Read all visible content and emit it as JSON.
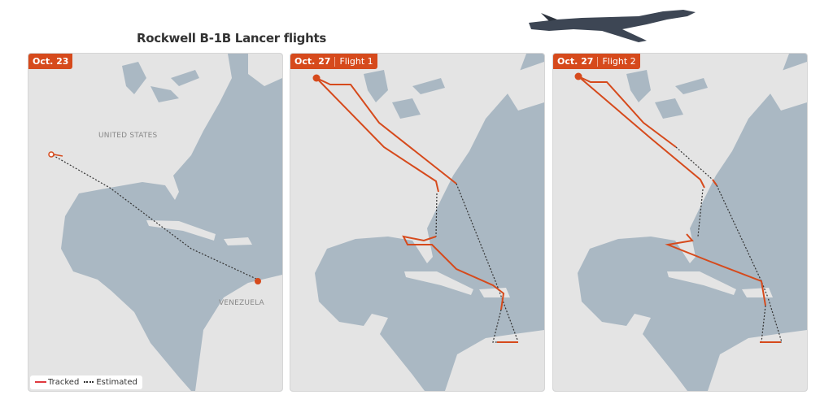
{
  "title": "Rockwell B-1B Lancer flights",
  "colors": {
    "tracked": "#d64a1c",
    "estimated": "#333333",
    "land": "#e4e4e4",
    "water": "#aab8c3",
    "badge": "#d64a1c"
  },
  "panels": [
    {
      "date": "Oct. 23",
      "flight": null,
      "labels": {
        "us": "UNITED STATES",
        "venezuela": "VENEZUELA"
      }
    },
    {
      "date": "Oct. 27",
      "flight": "Flight 1"
    },
    {
      "date": "Oct. 27",
      "flight": "Flight 2"
    }
  ],
  "legend": {
    "tracked": "Tracked",
    "estimated": "Estimated"
  }
}
